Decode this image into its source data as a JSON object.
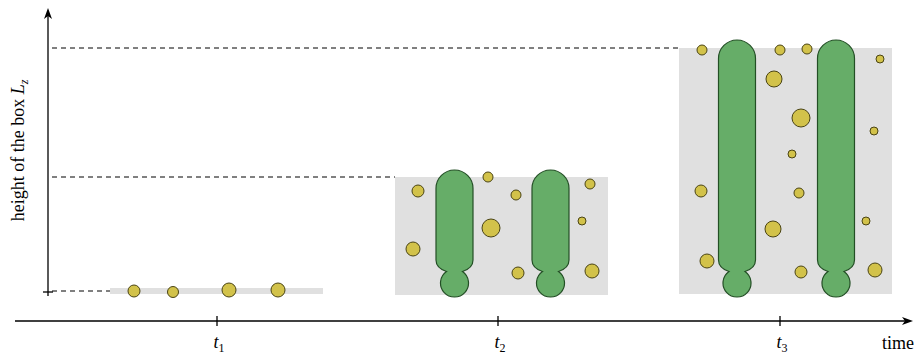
{
  "diagram": {
    "labels": [
      "height of the box",
      "L",
      "z",
      "t",
      "1",
      "t",
      "2",
      "t",
      "3",
      "time"
    ]
  }
}
